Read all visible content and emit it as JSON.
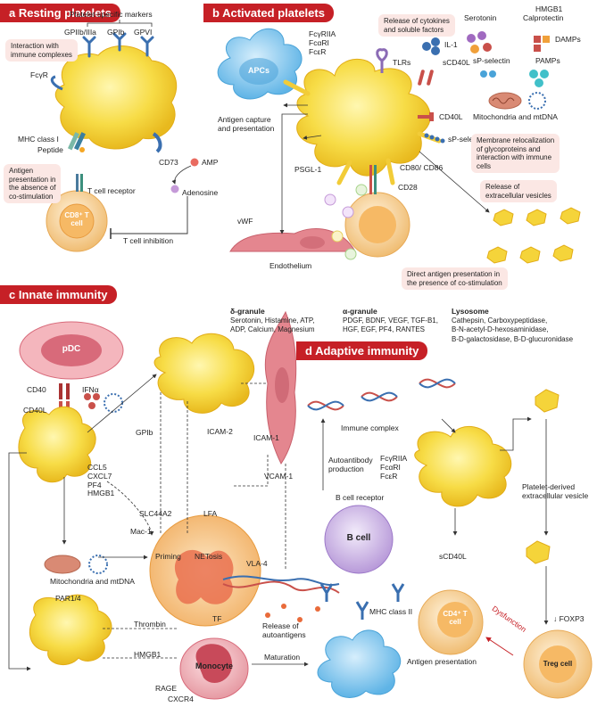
{
  "panels": {
    "a": "a Resting platelets",
    "b": "b Activated platelets",
    "c": "c Innate immunity",
    "d": "d Adaptive immunity"
  },
  "colors": {
    "panel_red": "#c62026",
    "platelet_yellow": "#f5d43a",
    "apc_blue": "#7ec5ee",
    "note_pink": "#fbe7e4",
    "tcell_orange": "#f3c98b",
    "bcell_purple": "#c9b3e0",
    "endothelium_pink": "#e4868f"
  },
  "a": {
    "markers_title": "Platelet-specific markers",
    "gp1": "GPIIb/IIIa",
    "gp2": "GPIb",
    "gp3": "GPVI",
    "immune_complex_note": "Interaction with\nimmune complexes",
    "fcyr": "FcγR",
    "mhc1": "MHC class I",
    "peptide": "Peptide",
    "cd73": "CD73",
    "amp": "AMP",
    "adenosine": "Adenosine",
    "antigen_note": "Antigen\npresentation in\nthe absence of\nco-stimulation",
    "tcr": "T cell receptor",
    "cd8_cell": "CD8⁺\nT cell",
    "t_inhibition": "T cell inhibition"
  },
  "b": {
    "apcs": "APCs",
    "fc_receptors": "FcγRIIA\nFcαRI\nFcεR",
    "cytokine_note": "Release of cytokines\nand soluble factors",
    "tlrs": "TLRs",
    "il1": "IL-1",
    "scd40l_top": "sCD40L",
    "serotonin": "Serotonin",
    "sp_selectin_top": "sP-selectin",
    "hmgb1": "HMGB1",
    "calprotectin": "Calprotectin",
    "damps": "DAMPs",
    "pamps": "PAMPs",
    "mito": "Mitochondria and mtDNA",
    "antigen_capture": "Antigen capture\nand presentation",
    "cd40l": "CD40L",
    "sp_selectin": "sP-selectin",
    "reloc_note": "Membrane relocalization\nof glycoproteins and\ninteraction with immune\ncells",
    "psgl1": "PSGL-1",
    "cd80_86": "CD80/ CD86",
    "cd28": "CD28",
    "vwf": "vWF",
    "endothelium": "Endothelium",
    "ev_note": "Release of\nextracellular vesicles",
    "direct_note": "Direct antigen presentation in\nthe presence of co-stimulation"
  },
  "c": {
    "pdc": "pDC",
    "cd40": "CD40",
    "cd40l": "CD40L",
    "ifna": "IFNα",
    "gpib": "GPIb",
    "icam2": "ICAM-2",
    "icam1": "ICAM-1",
    "vcam1": "VCAM-1",
    "chemokines": "CCL5\nCXCL7\nPF4\nHMGB1",
    "slc44a2": "SLC44A2",
    "lfa": "LFA",
    "mac1": "Mac-1",
    "priming": "Priming",
    "netosis": "NETosis",
    "vla4": "VLA-4",
    "mito": "Mitochondria and mtDNA",
    "autoantigens": "Release of\nautoantigens",
    "par": "PAR1/4",
    "thrombin": "Thrombin",
    "tf": "TF",
    "hmgb1": "HMGB1",
    "monocyte": "Monocyte",
    "rage": "RAGE",
    "cxcr4": "CXCR4"
  },
  "granules": {
    "delta_title": "δ-granule",
    "delta_text": "Serotonin, Histamine, ATP,\nADP, Calcium, Magnesium",
    "alpha_title": "α-granule",
    "alpha_text": "PDGF, BDNF, VEGF, TGF-B1,\nHGF, EGF, PF4, RANTES",
    "lyso_title": "Lysosome",
    "lyso_text": "Cathepsin, Carboxypeptidase,\nB-N-acetyl-D-hexosaminidase,\nB-D-galactosidase, B-D-glucuronidase"
  },
  "d": {
    "immune_complex": "Immune complex",
    "autoantibody": "Autoantibody\nproduction",
    "fc_receptors": "FcγRIIA\nFcαRI\nFcεR",
    "bcr": "B cell receptor",
    "bcell": "B cell",
    "scd40l": "sCD40L",
    "pev": "Platelet-derived\nextracellular vesicle",
    "maturation": "Maturation",
    "mhc2": "MHC class II",
    "cd4": "CD4⁺\nT cell",
    "antigen_pres": "Antigen presentation",
    "dysfunction": "Dysfunction",
    "foxp3": "↓ FOXP3",
    "treg": "Treg cell"
  }
}
